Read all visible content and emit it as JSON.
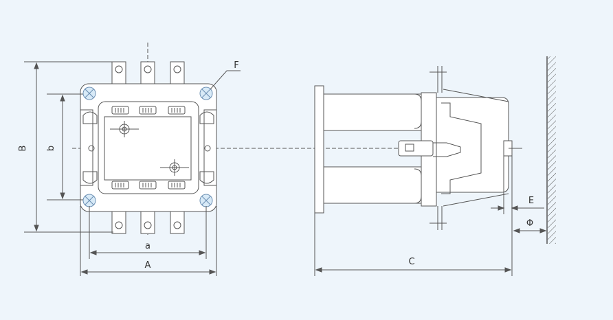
{
  "labels": {
    "A": "A",
    "a": "a",
    "B": "B",
    "b": "b",
    "C": "C",
    "E": "E",
    "F": "F",
    "phi": "Φ"
  },
  "colors": {
    "background": "#eef5fb",
    "line": "#555555",
    "bolt_fill": "#d8eaf7",
    "bolt_ring": "#6b8fb3"
  }
}
